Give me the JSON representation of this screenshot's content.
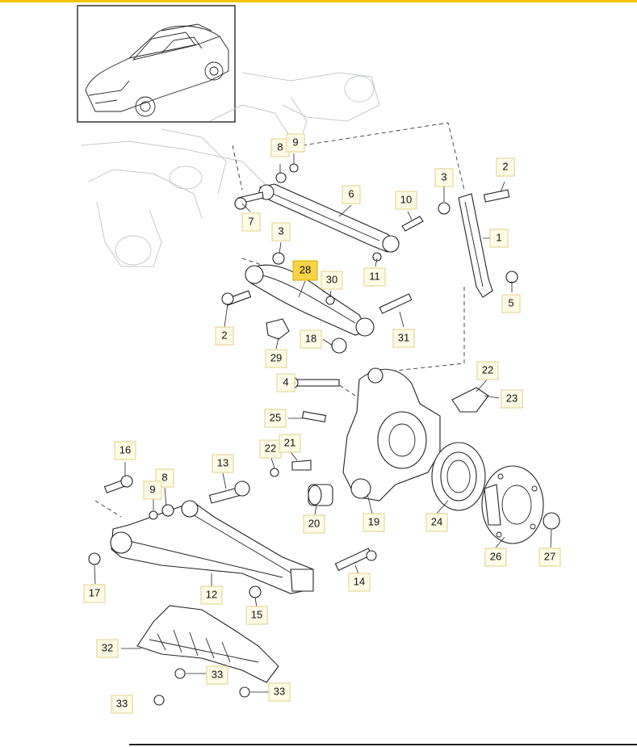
{
  "diagram": {
    "highlighted_part": "28",
    "callouts": [
      "1",
      "2",
      "3",
      "4",
      "5",
      "6",
      "7",
      "8",
      "9",
      "10",
      "11",
      "12",
      "13",
      "14",
      "15",
      "16",
      "17",
      "18",
      "19",
      "20",
      "21",
      "22",
      "23",
      "24",
      "25",
      "26",
      "27",
      "28",
      "29",
      "30",
      "31",
      "32",
      "33"
    ],
    "labels": {
      "c8a": "8",
      "c9a": "9",
      "c6": "6",
      "c7": "7",
      "c10": "10",
      "c11": "11",
      "c3a": "3",
      "c2a": "2",
      "c1": "1",
      "c5": "5",
      "c3b": "3",
      "c28": "28",
      "c30": "30",
      "c2b": "2",
      "c31": "31",
      "c18": "18",
      "c29": "29",
      "c4": "4",
      "c22a": "22",
      "c23": "23",
      "c25": "25",
      "c22b": "22",
      "c21": "21",
      "c16": "16",
      "c13": "13",
      "c8b": "8",
      "c9b": "9",
      "c20": "20",
      "c19": "19",
      "c24": "24",
      "c26": "26",
      "c27": "27",
      "c17": "17",
      "c12": "12",
      "c14": "14",
      "c15": "15",
      "c32": "32",
      "c33a": "33",
      "c33b": "33",
      "c33c": "33"
    }
  },
  "colors": {
    "highlight": "#f7d445",
    "callout_fill": "#fffbe6",
    "top_bar": "#f2c500"
  }
}
